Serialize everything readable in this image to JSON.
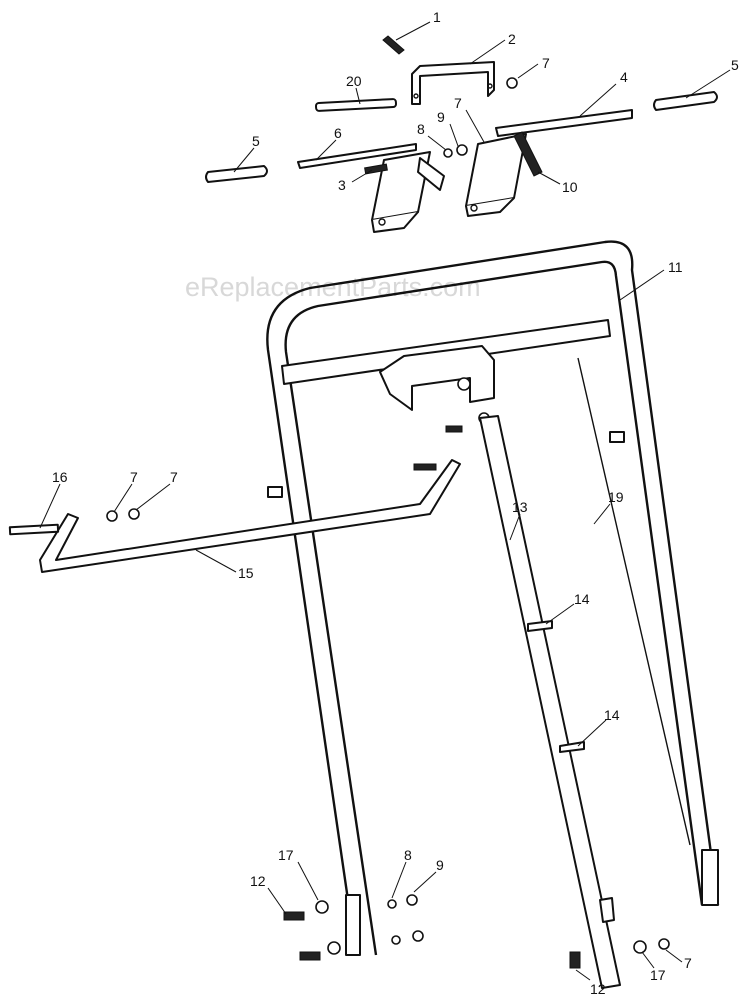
{
  "watermark": "eReplacementParts.com",
  "callouts": [
    {
      "id": "c1",
      "label": "1"
    },
    {
      "id": "c2",
      "label": "2"
    },
    {
      "id": "c7a",
      "label": "7"
    },
    {
      "id": "c20",
      "label": "20"
    },
    {
      "id": "c5a",
      "label": "5"
    },
    {
      "id": "c4",
      "label": "4"
    },
    {
      "id": "c7b",
      "label": "7"
    },
    {
      "id": "c6",
      "label": "6"
    },
    {
      "id": "c9a",
      "label": "9"
    },
    {
      "id": "c8a",
      "label": "8"
    },
    {
      "id": "c5b",
      "label": "5"
    },
    {
      "id": "c3",
      "label": "3"
    },
    {
      "id": "c10",
      "label": "10"
    },
    {
      "id": "c11",
      "label": "11"
    },
    {
      "id": "c16",
      "label": "16"
    },
    {
      "id": "c7c",
      "label": "7"
    },
    {
      "id": "c7d",
      "label": "7"
    },
    {
      "id": "c13",
      "label": "13"
    },
    {
      "id": "c19",
      "label": "19"
    },
    {
      "id": "c15",
      "label": "15"
    },
    {
      "id": "c14a",
      "label": "14"
    },
    {
      "id": "c14b",
      "label": "14"
    },
    {
      "id": "c17a",
      "label": "17"
    },
    {
      "id": "c8b",
      "label": "8"
    },
    {
      "id": "c9b",
      "label": "9"
    },
    {
      "id": "c12a",
      "label": "12"
    },
    {
      "id": "c12b",
      "label": "12"
    },
    {
      "id": "c17b",
      "label": "17"
    },
    {
      "id": "c7e",
      "label": "7"
    }
  ]
}
